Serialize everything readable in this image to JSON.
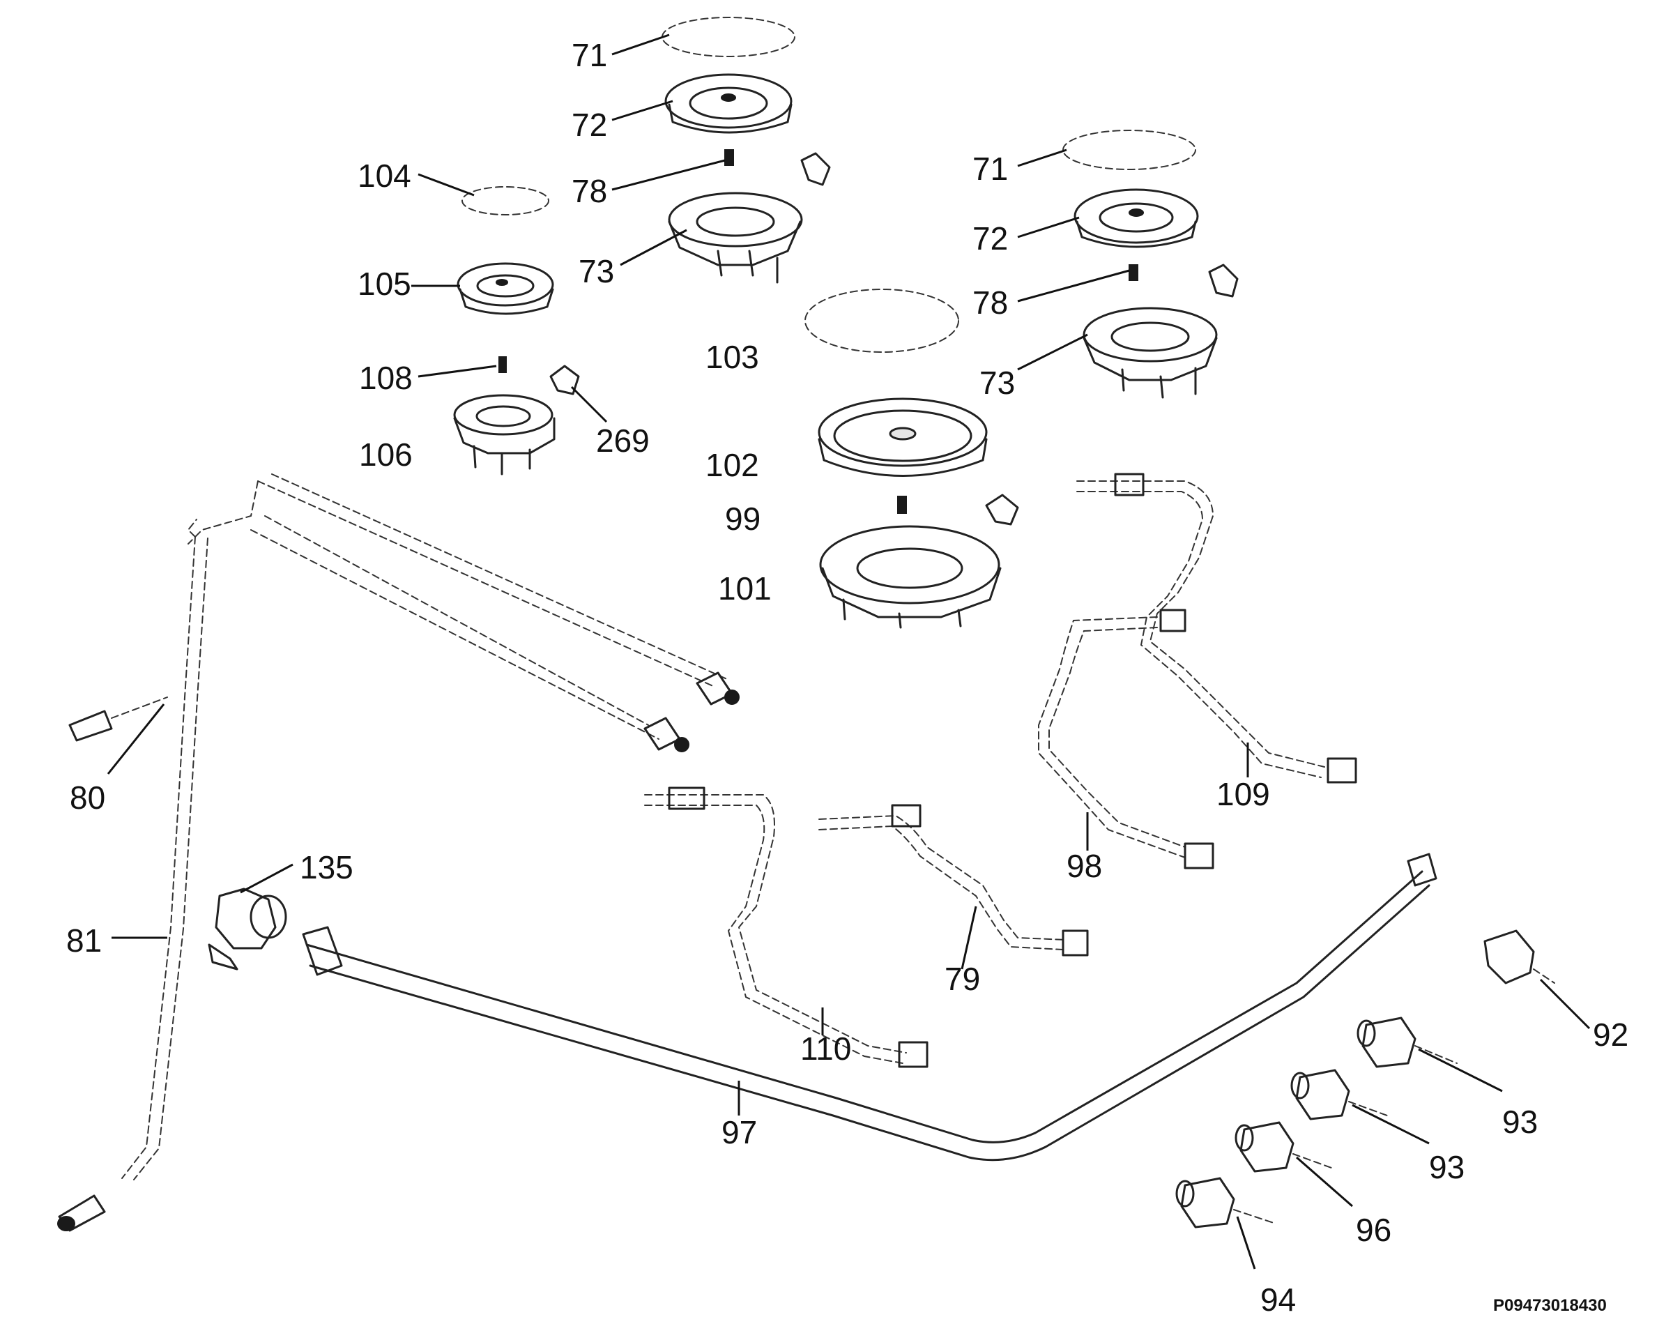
{
  "diagram": {
    "reference_code": "P09473018430",
    "callouts": [
      {
        "id": "c71a",
        "text": "71"
      },
      {
        "id": "c72a",
        "text": "72"
      },
      {
        "id": "c78a",
        "text": "78"
      },
      {
        "id": "c73a",
        "text": "73"
      },
      {
        "id": "c104",
        "text": "104"
      },
      {
        "id": "c105",
        "text": "105"
      },
      {
        "id": "c108",
        "text": "108"
      },
      {
        "id": "c106",
        "text": "106"
      },
      {
        "id": "c269",
        "text": "269"
      },
      {
        "id": "c103",
        "text": "103"
      },
      {
        "id": "c102",
        "text": "102"
      },
      {
        "id": "c99",
        "text": "99"
      },
      {
        "id": "c101",
        "text": "101"
      },
      {
        "id": "c71b",
        "text": "71"
      },
      {
        "id": "c72b",
        "text": "72"
      },
      {
        "id": "c78b",
        "text": "78"
      },
      {
        "id": "c73b",
        "text": "73"
      },
      {
        "id": "c80",
        "text": "80"
      },
      {
        "id": "c81",
        "text": "81"
      },
      {
        "id": "c135",
        "text": "135"
      },
      {
        "id": "c109",
        "text": "109"
      },
      {
        "id": "c98",
        "text": "98"
      },
      {
        "id": "c79",
        "text": "79"
      },
      {
        "id": "c110",
        "text": "110"
      },
      {
        "id": "c97",
        "text": "97"
      },
      {
        "id": "c92",
        "text": "92"
      },
      {
        "id": "c93a",
        "text": "93"
      },
      {
        "id": "c93b",
        "text": "93"
      },
      {
        "id": "c96",
        "text": "96"
      },
      {
        "id": "c94",
        "text": "94"
      }
    ]
  }
}
